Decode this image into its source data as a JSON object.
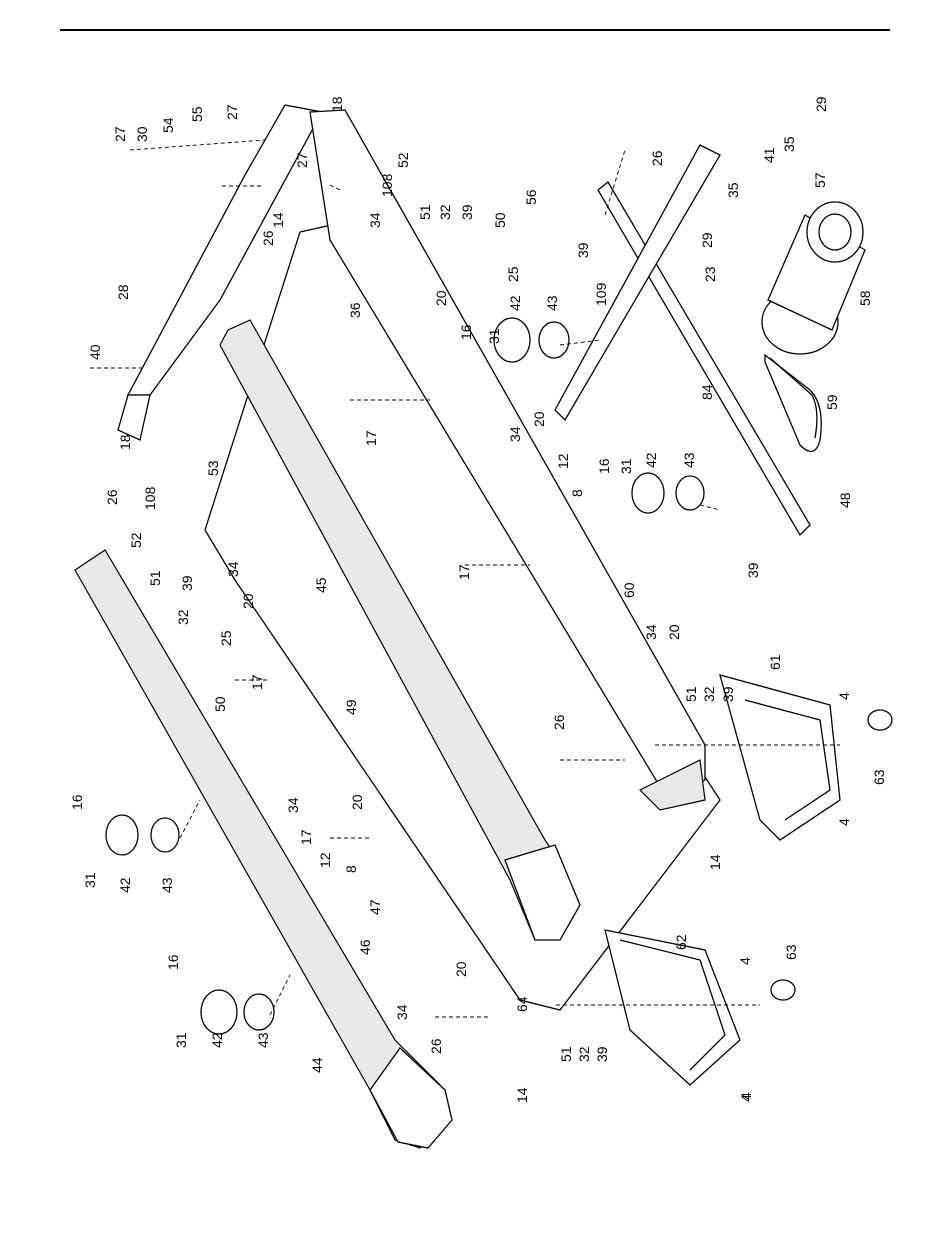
{
  "document": {
    "type": "exploded parts diagram",
    "orientation": "rotated 90 degrees counter-clockwise",
    "accent_color": "#000000"
  },
  "part_labels": [
    "27",
    "30",
    "54",
    "55",
    "27",
    "27",
    "18",
    "52",
    "108",
    "14",
    "26",
    "34",
    "51",
    "32",
    "39",
    "50",
    "25",
    "20",
    "36",
    "28",
    "40",
    "18",
    "108",
    "53",
    "26",
    "52",
    "51",
    "39",
    "34",
    "32",
    "20",
    "25",
    "50",
    "17",
    "49",
    "45",
    "17",
    "17",
    "16",
    "31",
    "42",
    "43",
    "16",
    "31",
    "42",
    "43",
    "12",
    "8",
    "34",
    "20",
    "17",
    "47",
    "46",
    "34",
    "20",
    "26",
    "56",
    "26",
    "39",
    "109",
    "84",
    "16",
    "31",
    "42",
    "43",
    "34",
    "20",
    "12",
    "8",
    "16",
    "31",
    "42",
    "43",
    "60",
    "29",
    "35",
    "41",
    "35",
    "57",
    "29",
    "23",
    "58",
    "59",
    "48",
    "39",
    "34",
    "20",
    "51",
    "32",
    "39",
    "61",
    "26",
    "4",
    "4",
    "63",
    "14",
    "62",
    "4",
    "4",
    "63",
    "64",
    "51",
    "32",
    "39",
    "14",
    "4",
    "44"
  ]
}
